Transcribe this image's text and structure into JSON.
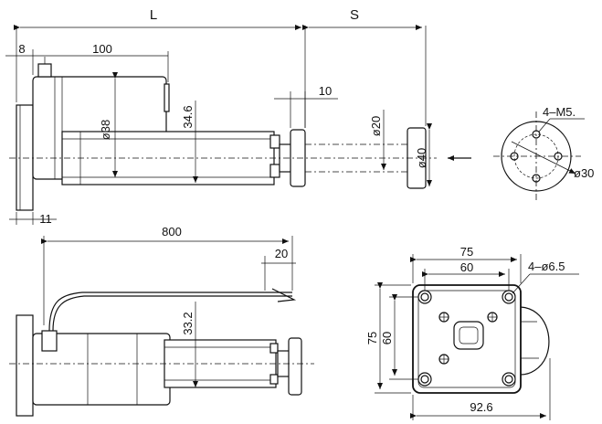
{
  "labels": {
    "L": "L",
    "S": "S",
    "d8": "8",
    "d100": "100",
    "d10": "10",
    "phi38": "ø38",
    "d34_6": "34.6",
    "phi20": "ø20",
    "phi40": "ø40",
    "m5": "4–M5.",
    "phi30": "ø30",
    "d11": "11",
    "d800": "800",
    "d20": "20",
    "d33_2": "33.2",
    "d75_top": "75",
    "d60_top": "60",
    "hole": "4–ø6.5",
    "d75_left": "75",
    "d60_left": "60",
    "d92_6": "92.6"
  }
}
